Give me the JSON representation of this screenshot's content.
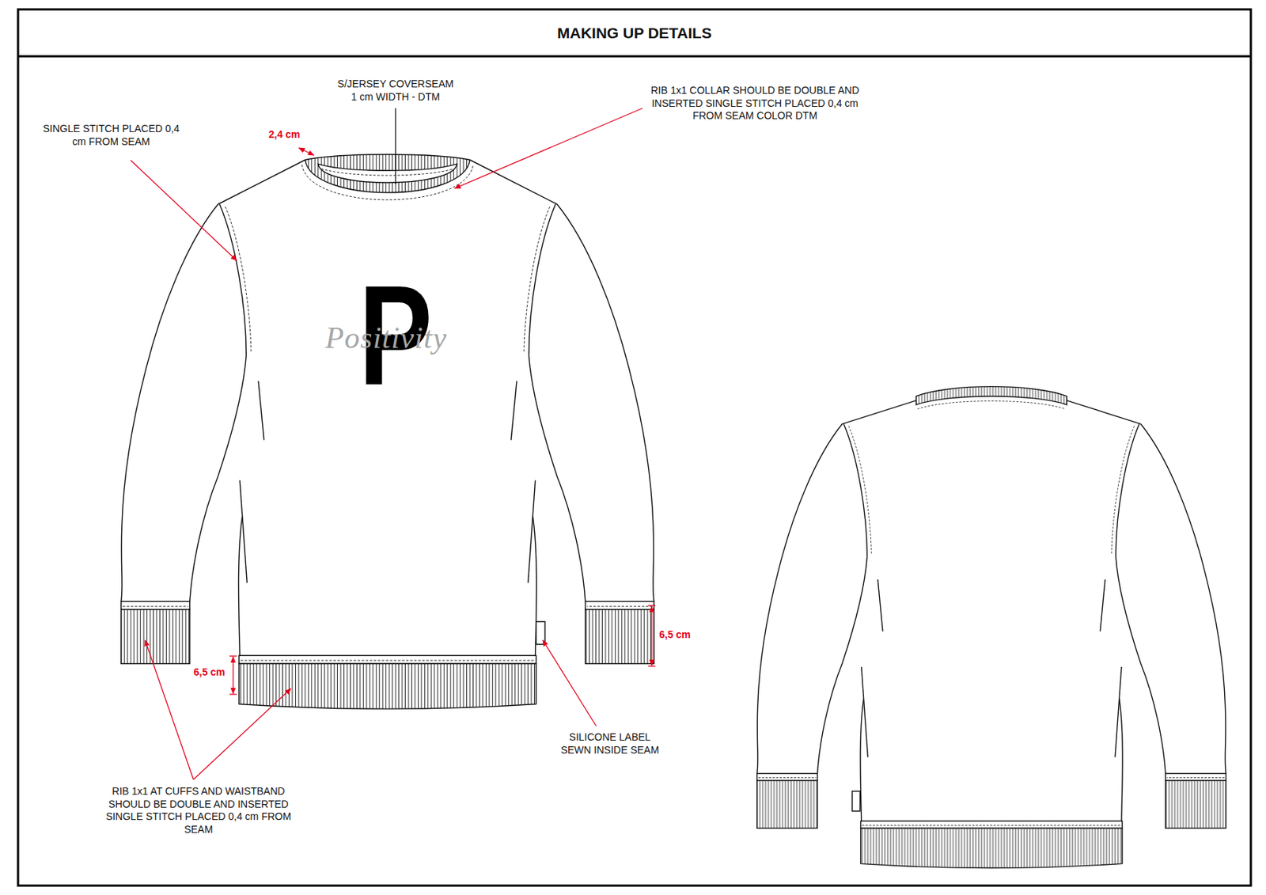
{
  "diagram": {
    "title": "MAKING UP DETAILS",
    "labels": [
      "S/JERSEY COVERSEAM 1 cm WIDTH - DTM",
      "RIB 1x1 COLLAR SHOULD BE DOUBLE AND INSERTED SINGLE STITCH PLACED 0,4 cm FROM SEAM COLOR DTM",
      "SINGLE STITCH PLACED 0,4 cm FROM SEAM",
      "2,4 cm",
      "P",
      "Positivity",
      "6,5 cm",
      "6,5 cm",
      "SILICONE LABEL SEWN INSIDE SEAM",
      "RIB 1x1 AT CUFFS AND WAISTBAND SHOULD BE DOUBLE AND INSERTED SINGLE STITCH PLACED 0,4 cm FROM SEAM"
    ]
  }
}
